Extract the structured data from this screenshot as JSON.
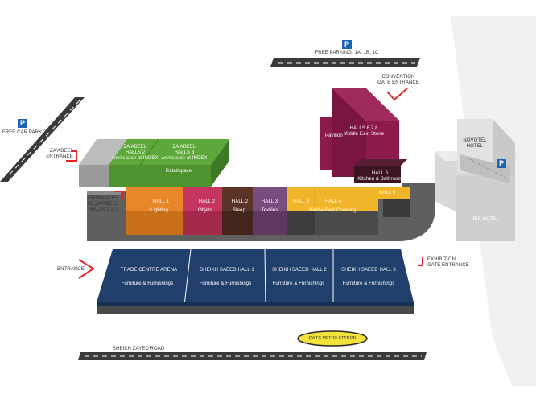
{
  "colors": {
    "lighting": "#e8872a",
    "objets": "#c4365f",
    "sleep": "#5a3426",
    "textiles": "#7a4b7e",
    "middle_east_covering": "#f1b52a",
    "kitchen_bathroom": "#7f1e42",
    "middle_east_stone": "#8c1a4b",
    "pavilion": "#8c1a4b",
    "zabeel_halls": "#5da83a",
    "arena_halls": "#1f3f6c",
    "parking": "#1e64b4",
    "road": "#3a3a3a",
    "entrance_marker": "#e8242b",
    "metro": "#f2e23a"
  },
  "parking": {
    "free_parking_label": "FREE PARKING: 1A, 1B, 1C",
    "free_car_park_2_label": "FREE CAR PARK 2",
    "pin_letter": "P"
  },
  "entrances": {
    "convention_gate": "CONVENTION\nGATE ENTRANCE",
    "zabeel_entrance": "ZA'ABEEL\nENTRANCE",
    "entrances_to_halls": "ENTRANCES\nTO ZA'ABEEL\nHALLS 2 & 3",
    "entrance": "ENTRANCE",
    "exhibition_gate": "EXHIBITION\nGATE ENTRANCE"
  },
  "zabeel": {
    "hall2": "ZA'ABEEL\nHALLS 2\nworkspace at INDEX",
    "hall3": "ZA'ABEEL\nHALLS 3\nworkspace at INDEX",
    "retailspace": "Retailspace"
  },
  "halls": [
    {
      "name": "HALL 1",
      "category": "Lighting"
    },
    {
      "name": "HALL 2",
      "category": "Objets"
    },
    {
      "name": "HALL 2",
      "category": "Sleep"
    },
    {
      "name": "HALL 3",
      "category": "Textiles"
    },
    {
      "name": "HALL 3",
      "category": ""
    },
    {
      "name": "HALL 4",
      "category": "Middle East Covering"
    },
    {
      "name": "HALL 5",
      "category": ""
    }
  ],
  "upper_halls": {
    "pavilion": "Pavilion",
    "halls_678": "HALLS 6,7,8\nMiddle East Stone",
    "hall6": "HALL 6\nKitchen & Bathroom"
  },
  "arena_halls": [
    {
      "name": "TRADE CENTRE ARENA",
      "category": "Furniture & Furnishings"
    },
    {
      "name": "SHEIKH SAEED HALL 1",
      "category": "Furniture & Furnishings"
    },
    {
      "name": "SHEIKH SAEED HALL 2",
      "category": "Furniture & Furnishings"
    },
    {
      "name": "SHEIKH SAEED HALL 3",
      "category": "Furniture & Furnishings"
    }
  ],
  "hotels": {
    "novotel": "NOVOTEL\nHOTEL",
    "ibis": "IBIS HOTEL"
  },
  "roads": {
    "sheikh_zayed": "SHEIKH ZAYED ROAD"
  },
  "metro": {
    "label": "DWTC METRO STATION"
  }
}
